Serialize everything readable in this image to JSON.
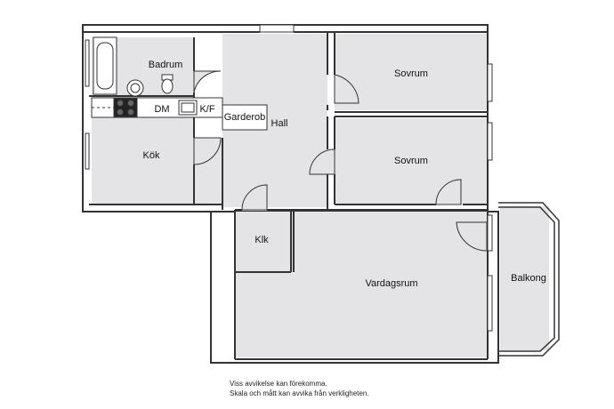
{
  "rooms": {
    "badrum": "Badrum",
    "dm": "DM",
    "kf": "K/F",
    "kok": "Kök",
    "garderob": "Garderob",
    "hall": "Hall",
    "sovrum_1": "Sovrum",
    "sovrum_2": "Sovrum",
    "klk": "Klk",
    "vardagsrum": "Vardagsrum",
    "balkong": "Balkong"
  },
  "disclaimer": {
    "line1": "Viss avvikelse kan förekomma.",
    "line2": "Skala och mått kan avvika från verkligheten."
  },
  "colors": {
    "floor": "#e4e4e6",
    "wall": "#333333",
    "background": "#ffffff"
  }
}
